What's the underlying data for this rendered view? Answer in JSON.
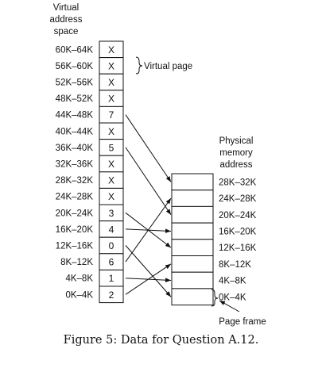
{
  "virtual_header": [
    "Virtual",
    "address",
    "space"
  ],
  "virtual_ranges": [
    "60K–64K",
    "56K–60K",
    "52K–56K",
    "48K–52K",
    "44K–48K",
    "40K–44K",
    "36K–40K",
    "32K–36K",
    "28K–32K",
    "24K–28K",
    "20K–24K",
    "16K–20K",
    "12K–16K",
    "8K–12K",
    "4K–8K",
    "0K–4K"
  ],
  "virtual_entries": [
    "X",
    "X",
    "X",
    "X",
    "7",
    "X",
    "5",
    "X",
    "X",
    "X",
    "3",
    "4",
    "0",
    "6",
    "1",
    "2"
  ],
  "virtual_page_label": "Virtual page",
  "physical_header": [
    "Physical",
    "memory",
    "address"
  ],
  "physical_ranges": [
    "28K–32K",
    "24K–28K",
    "20K–24K",
    "16K–20K",
    "12K–16K",
    "8K–12K",
    "4K–8K",
    "0K–4K"
  ],
  "page_frame_label": "Page frame",
  "caption": "Figure 5: Data for Question A.12."
}
